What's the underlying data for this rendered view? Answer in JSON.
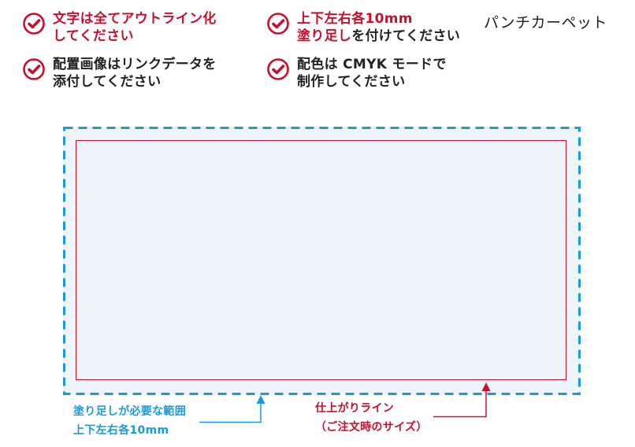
{
  "title": "パンチカーペット",
  "colors": {
    "accent_red": "#c8102e",
    "bleed_blue": "#1a9ad6",
    "bleed_fill": "#edf4fc",
    "text": "#222222"
  },
  "notes": [
    {
      "icon": "check-circle-icon",
      "line1": "文字は全てアウトライン化",
      "line2": "してください",
      "style": "red"
    },
    {
      "icon": "check-circle-icon",
      "line1": "上下左右各10mm",
      "line2_red": "塗り足し",
      "line2_rest": "を付けてください",
      "style": "mixed"
    },
    {
      "icon": "check-circle-icon",
      "line1": "配置画像はリンクデータを",
      "line2": "添付してください",
      "style": "dark"
    },
    {
      "icon": "check-circle-icon",
      "line1": "配色は CMYK モードで",
      "line2": "制作してください",
      "style": "dark"
    }
  ],
  "diagram": {
    "bleed_label_line1": "塗り足しが必要な範囲",
    "bleed_label_line2": "上下左右各10mm",
    "trim_label_line1": "仕上がりライン",
    "trim_label_line2": "（ご注文時のサイズ）"
  }
}
